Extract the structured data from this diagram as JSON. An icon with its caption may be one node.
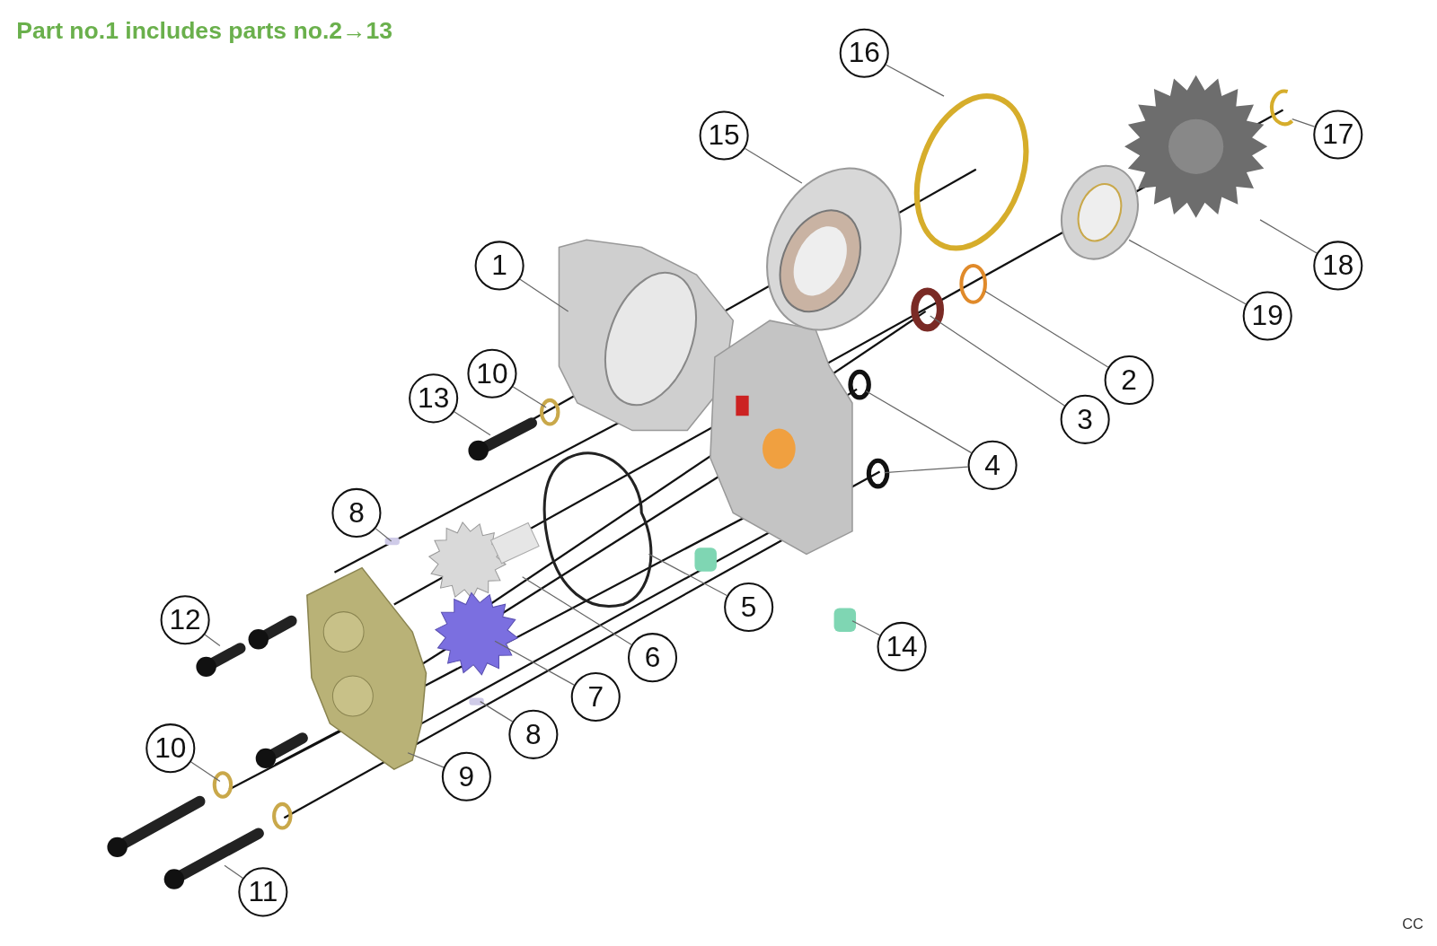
{
  "diagram": {
    "title": "Part no.1 includes parts no.2→13",
    "nodes": [
      {
        "text": [
          "16"
        ]
      },
      {
        "text": [
          "15"
        ]
      },
      {
        "text": [
          "17"
        ]
      },
      {
        "text": [
          "1"
        ]
      },
      {
        "text": [
          "18"
        ]
      },
      {
        "text": [
          "19"
        ]
      },
      {
        "text": [
          "2"
        ]
      },
      {
        "text": [
          "10"
        ]
      },
      {
        "text": [
          "13"
        ]
      },
      {
        "text": [
          "3"
        ]
      },
      {
        "text": [
          "4"
        ]
      },
      {
        "text": [
          "8"
        ]
      },
      {
        "text": [
          "12"
        ]
      },
      {
        "text": [
          "5"
        ]
      },
      {
        "text": [
          "6"
        ]
      },
      {
        "text": [
          "14"
        ]
      },
      {
        "text": [
          "7"
        ]
      },
      {
        "text": [
          "8"
        ]
      },
      {
        "text": [
          "10"
        ]
      },
      {
        "text": [
          "9"
        ]
      },
      {
        "text": [
          "11"
        ]
      }
    ],
    "edges": [
      {
        "from": 0,
        "to": null,
        "arrow": "none"
      },
      {
        "from": 1,
        "to": null,
        "arrow": "none"
      },
      {
        "from": 2,
        "to": null,
        "arrow": "none"
      },
      {
        "from": 3,
        "to": null,
        "arrow": "none"
      },
      {
        "from": 4,
        "to": null,
        "arrow": "none"
      },
      {
        "from": 5,
        "to": null,
        "arrow": "none"
      },
      {
        "from": 6,
        "to": null,
        "arrow": "none"
      },
      {
        "from": 7,
        "to": null,
        "arrow": "none"
      },
      {
        "from": 8,
        "to": null,
        "arrow": "none"
      },
      {
        "from": 9,
        "to": null,
        "arrow": "none"
      },
      {
        "from": 10,
        "to": null,
        "arrow": "none"
      },
      {
        "from": 10,
        "to": null,
        "arrow": "none"
      },
      {
        "from": 11,
        "to": null,
        "arrow": "none"
      },
      {
        "from": 12,
        "to": null,
        "arrow": "none"
      },
      {
        "from": 13,
        "to": null,
        "arrow": "none"
      },
      {
        "from": 14,
        "to": null,
        "arrow": "none"
      },
      {
        "from": 15,
        "to": null,
        "arrow": "none"
      },
      {
        "from": 16,
        "to": null,
        "arrow": "none"
      },
      {
        "from": 17,
        "to": null,
        "arrow": "none"
      },
      {
        "from": 18,
        "to": null,
        "arrow": "none"
      },
      {
        "from": 19,
        "to": null,
        "arrow": "none"
      },
      {
        "from": 20,
        "to": null,
        "arrow": "none"
      }
    ],
    "labels": [
      "CC"
    ]
  }
}
